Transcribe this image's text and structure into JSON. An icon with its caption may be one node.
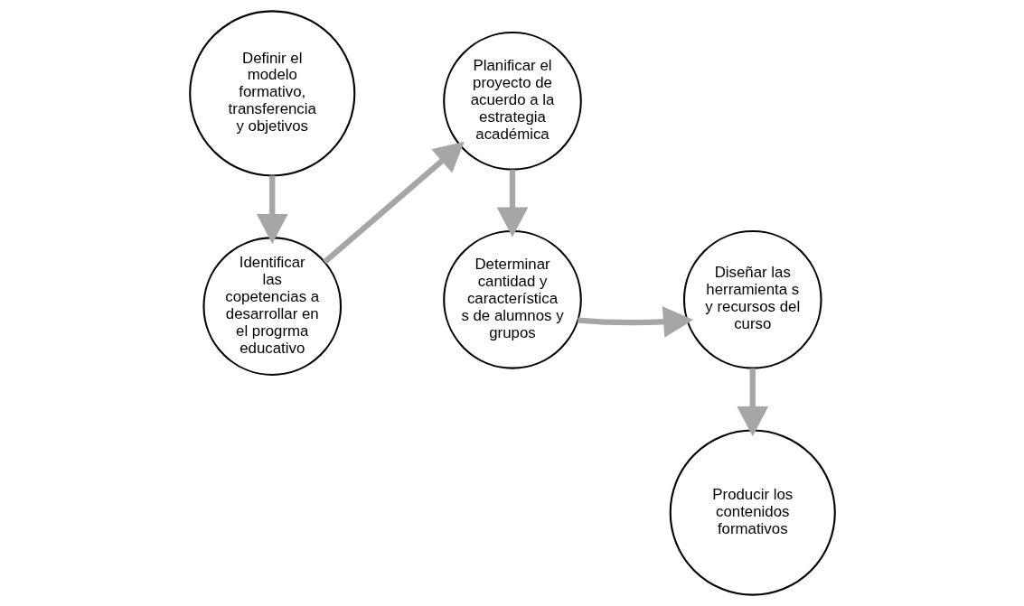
{
  "diagram": {
    "nodes": [
      {
        "text": [
          "Definir el modelo formativo, transferencia y objetivos"
        ]
      },
      {
        "text": [
          "Identificar las copetencias a desarrollar en el progrma educativo"
        ]
      },
      {
        "text": [
          "Planificar el proyecto de acuerdo a la estrategia académica"
        ]
      },
      {
        "text": [
          "Determinar cantidad y característica s de alumnos y grupos"
        ]
      },
      {
        "text": [
          "Diseñar las herramienta s y recursos del curso"
        ]
      },
      {
        "text": [
          "Producir los contenidos formativos"
        ]
      }
    ],
    "edges": [
      {
        "from": 0,
        "to": 1,
        "arrow": "to"
      },
      {
        "from": 1,
        "to": 2,
        "arrow": "to"
      },
      {
        "from": 2,
        "to": 3,
        "arrow": "to"
      },
      {
        "from": 3,
        "to": 4,
        "arrow": "to"
      },
      {
        "from": 4,
        "to": 5,
        "arrow": "to"
      }
    ]
  }
}
